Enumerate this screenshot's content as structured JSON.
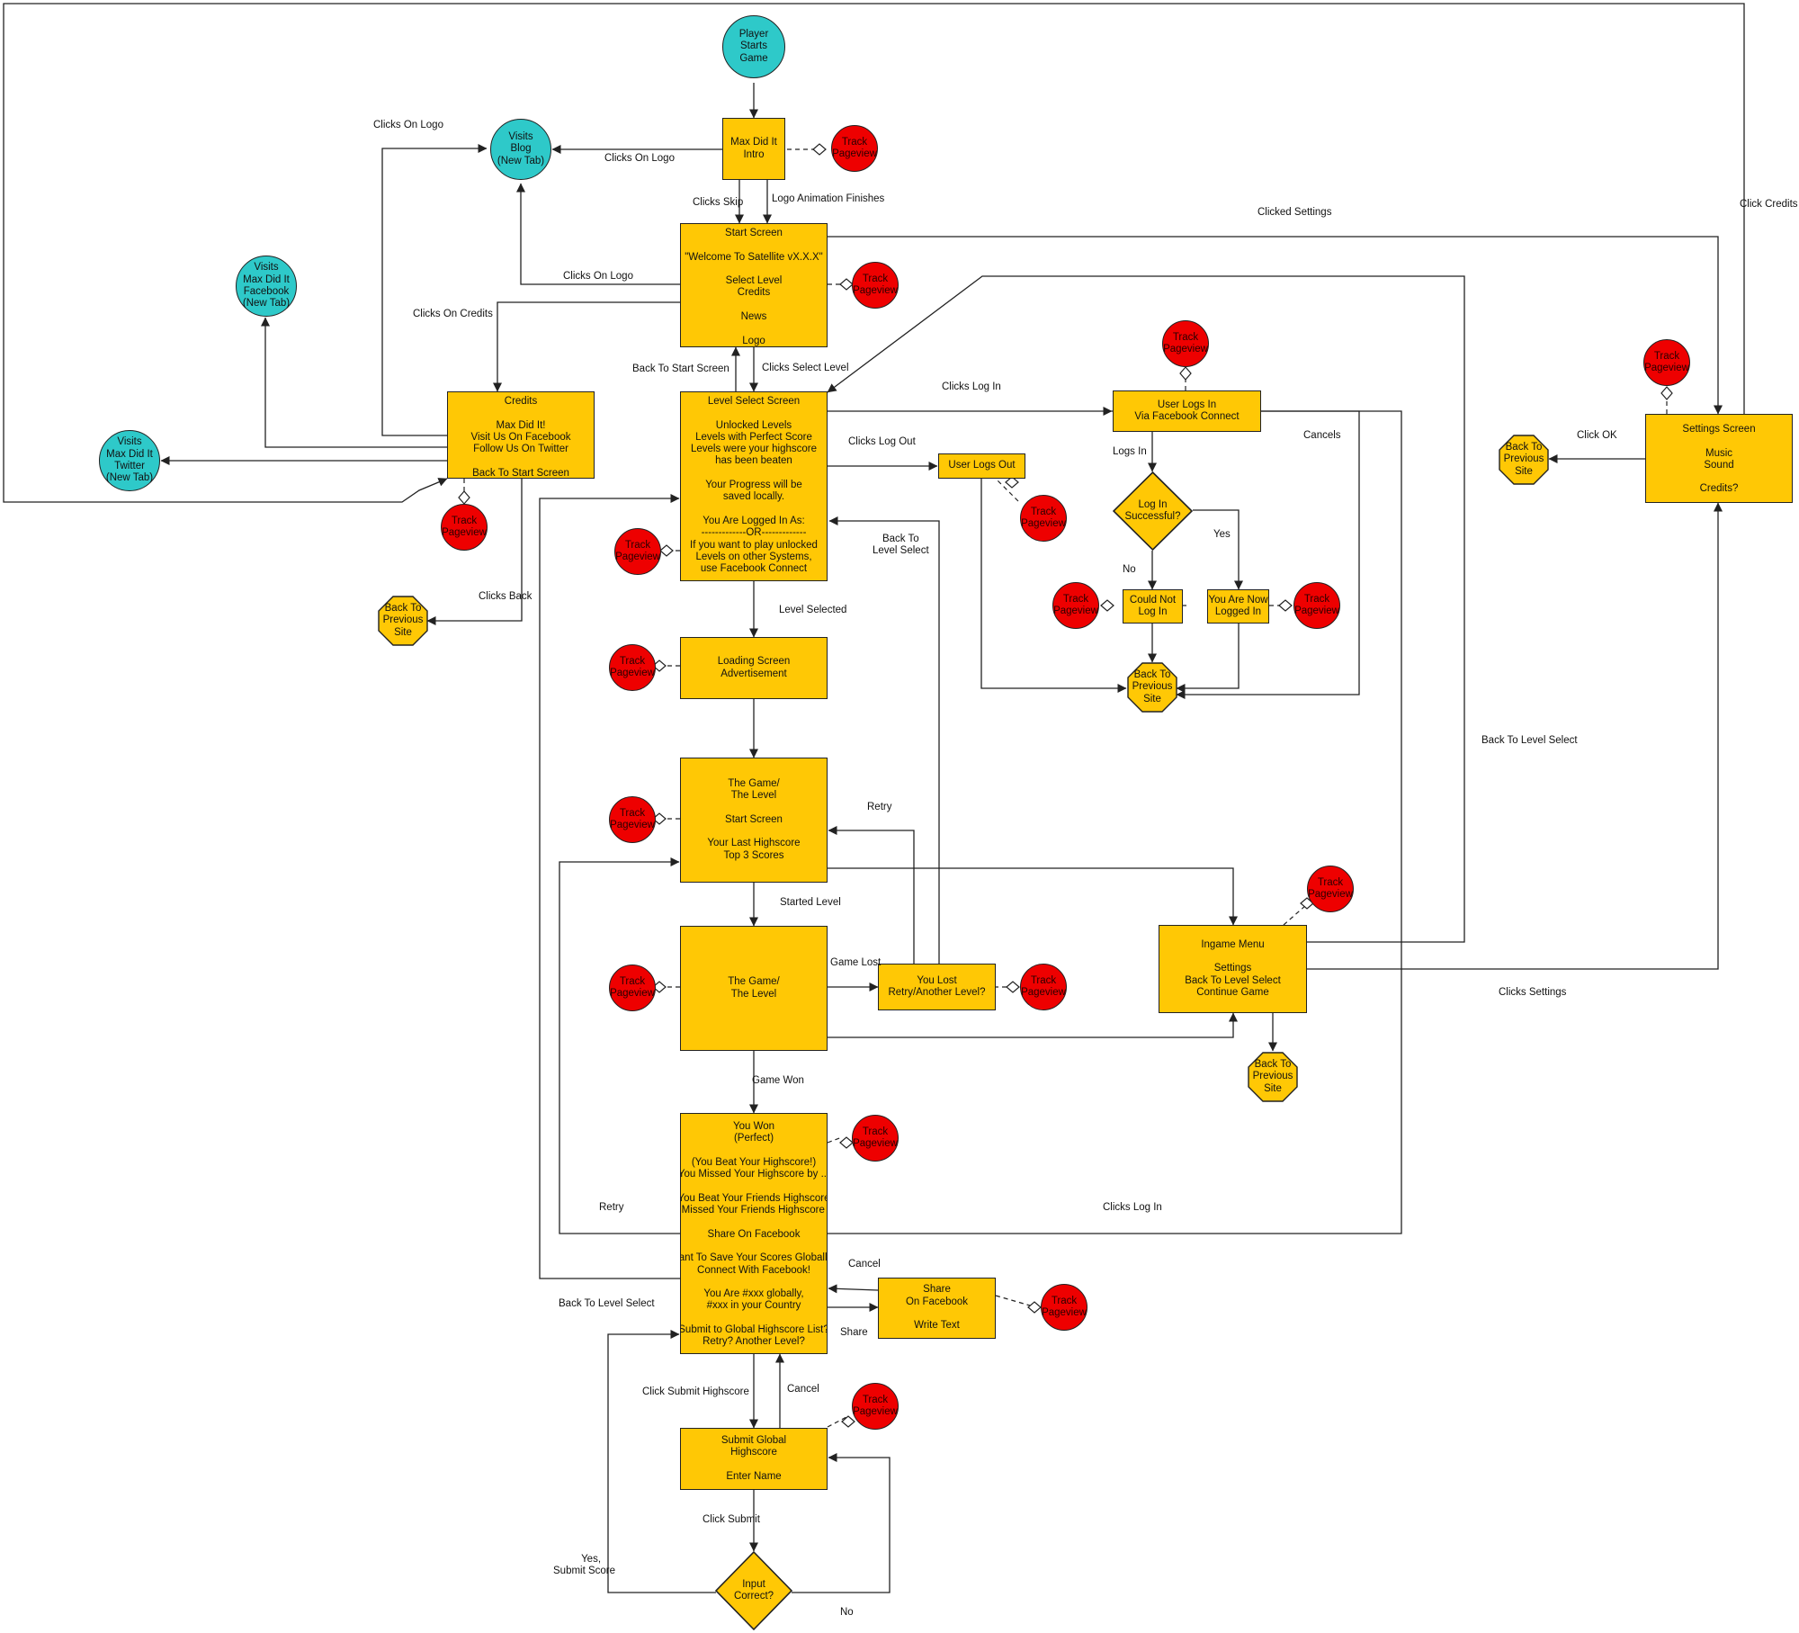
{
  "colors": {
    "process": "#ffc805",
    "terminal": "#2ec9c9",
    "tracker": "#ee0000",
    "line": "#222222"
  },
  "nodes": {
    "player_starts": [
      "Player",
      "Starts",
      "Game"
    ],
    "intro": [
      "Max Did It",
      "Intro"
    ],
    "blog": [
      "Visits",
      "Blog",
      "(New Tab)"
    ],
    "facebook_visit": [
      "Visits",
      "Max Did It",
      "Facebook",
      "(New Tab)"
    ],
    "twitter_visit": [
      "Visits",
      "Max Did It",
      "Twitter",
      "(New Tab)"
    ],
    "start_screen": [
      "Start Screen",
      "",
      "\"Welcome To Satellite vX.X.X\"",
      "",
      "Select Level",
      "Credits",
      "",
      "News",
      "",
      "Logo"
    ],
    "credits": [
      "Credits",
      "",
      "Max Did It!",
      "Visit Us On Facebook",
      "Follow Us On Twitter",
      "",
      "Back To Start Screen"
    ],
    "level_select": [
      "Level Select Screen",
      "",
      "Unlocked Levels",
      "Levels with Perfect Score",
      "Levels were your highscore",
      "has been beaten",
      "",
      "Your Progress will be",
      "saved locally.",
      "",
      "You Are Logged In As:",
      "-------------OR-------------",
      "If you want to play unlocked",
      "Levels on other Systems,",
      "use Facebook Connect"
    ],
    "user_logs_out": [
      "User Logs Out"
    ],
    "user_logs_in": [
      "User Logs In",
      "Via Facebook Connect"
    ],
    "login_success": [
      "Log In",
      "Successful?"
    ],
    "could_not": [
      "Could Not",
      "Log In"
    ],
    "now_logged": [
      "You Are Now",
      "Logged In"
    ],
    "settings": [
      "Settings Screen",
      "",
      "Music",
      "Sound",
      "",
      "Credits?"
    ],
    "loading": [
      "Loading Screen",
      "Advertisement"
    ],
    "game_start": [
      "The Game/",
      "The Level",
      "",
      "Start Screen",
      "",
      "Your Last Highscore",
      "Top 3 Scores"
    ],
    "game_level": [
      "The Game/",
      "The Level"
    ],
    "you_lost": [
      "You Lost",
      "Retry/Another Level?"
    ],
    "ingame_menu": [
      "Ingame Menu",
      "",
      "Settings",
      "Back To Level Select",
      "Continue Game"
    ],
    "you_won": [
      "You Won",
      "(Perfect)",
      "",
      "(You Beat Your Highscore!)",
      "(You Missed Your Highscore by ...)",
      "",
      "(You Beat Your Friends Highscore)",
      "(You Missed Your Friends Highscore by...)",
      "",
      "Share On Facebook",
      "",
      "Want To Save Your Scores Globally?",
      "Connect With Facebook!",
      "",
      "You Are #xxx globally,",
      "#xxx in your Country",
      "",
      "Submit to Global Highscore List?",
      "Retry? Another Level?"
    ],
    "share_fb": [
      "Share",
      "On Facebook",
      "",
      "Write  Text"
    ],
    "submit_global": [
      "Submit Global",
      "Highscore",
      "",
      "Enter Name"
    ],
    "input_correct": [
      "Input",
      "Correct?"
    ],
    "back_prev": [
      "Back To",
      "Previous",
      "Site"
    ],
    "track": [
      "Track",
      "Pageview"
    ]
  },
  "labels": {
    "clicks_on_logo_top": "Clicks On Logo",
    "clicks_on_logo_intro": "Clicks On Logo",
    "clicks_on_logo_start": "Clicks On Logo",
    "clicks_skip": "Clicks Skip",
    "logo_anim": "Logo Animation Finishes",
    "clicked_settings": "Clicked Settings",
    "click_credits": "Click Credits",
    "clicks_on_credits": "Clicks On Credits",
    "back_to_start": "Back To Start Screen",
    "clicks_select_level": "Clicks Select Level",
    "clicks_log_in_top": "Clicks Log In",
    "clicks_log_out": "Clicks Log Out",
    "cancels": "Cancels",
    "logs_in": "Logs In",
    "yes": "Yes",
    "no_login": "No",
    "click_ok": "Click OK",
    "back_to_level_select_mid": [
      "Back To",
      "Level Select"
    ],
    "clicks_back": "Clicks Back",
    "level_selected": "Level Selected",
    "back_to_level_select_right": "Back To Level Select",
    "retry_upper": "Retry",
    "started_level": "Started Level",
    "game_lost": "Game Lost",
    "clicks_settings": "Clicks Settings",
    "game_won": "Game Won",
    "retry_lower": "Retry",
    "clicks_log_in_bottom": "Clicks Log In",
    "cancel_share": "Cancel",
    "back_to_level_select_left": "Back To Level Select",
    "share": "Share",
    "click_submit_highscore": "Click Submit Highscore",
    "cancel_submit": "Cancel",
    "click_submit": "Click Submit",
    "yes_submit": [
      "Yes,",
      "Submit Score"
    ],
    "no_input": "No"
  }
}
